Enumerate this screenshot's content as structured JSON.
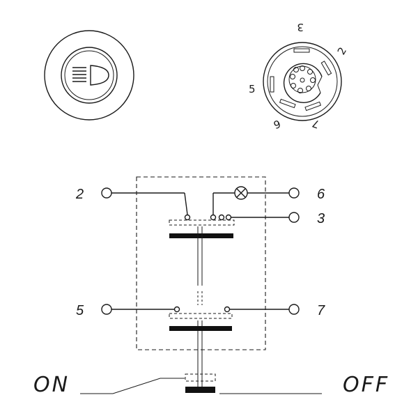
{
  "connector_pins": {
    "top": "3",
    "upper_right": "2",
    "left": "5",
    "lower_left": "6",
    "lower_right": "7"
  },
  "terminals": {
    "t2": "2",
    "t6": "6",
    "t3": "3",
    "t5": "5",
    "t7": "7"
  },
  "states": {
    "on": "ON",
    "off": "OFF"
  },
  "icons": {
    "switch_face": "headlight-high-beam-icon",
    "lamp": "lamp-cross-icon"
  },
  "colors": {
    "ink": "#1a1a1a",
    "background": "#ffffff"
  }
}
